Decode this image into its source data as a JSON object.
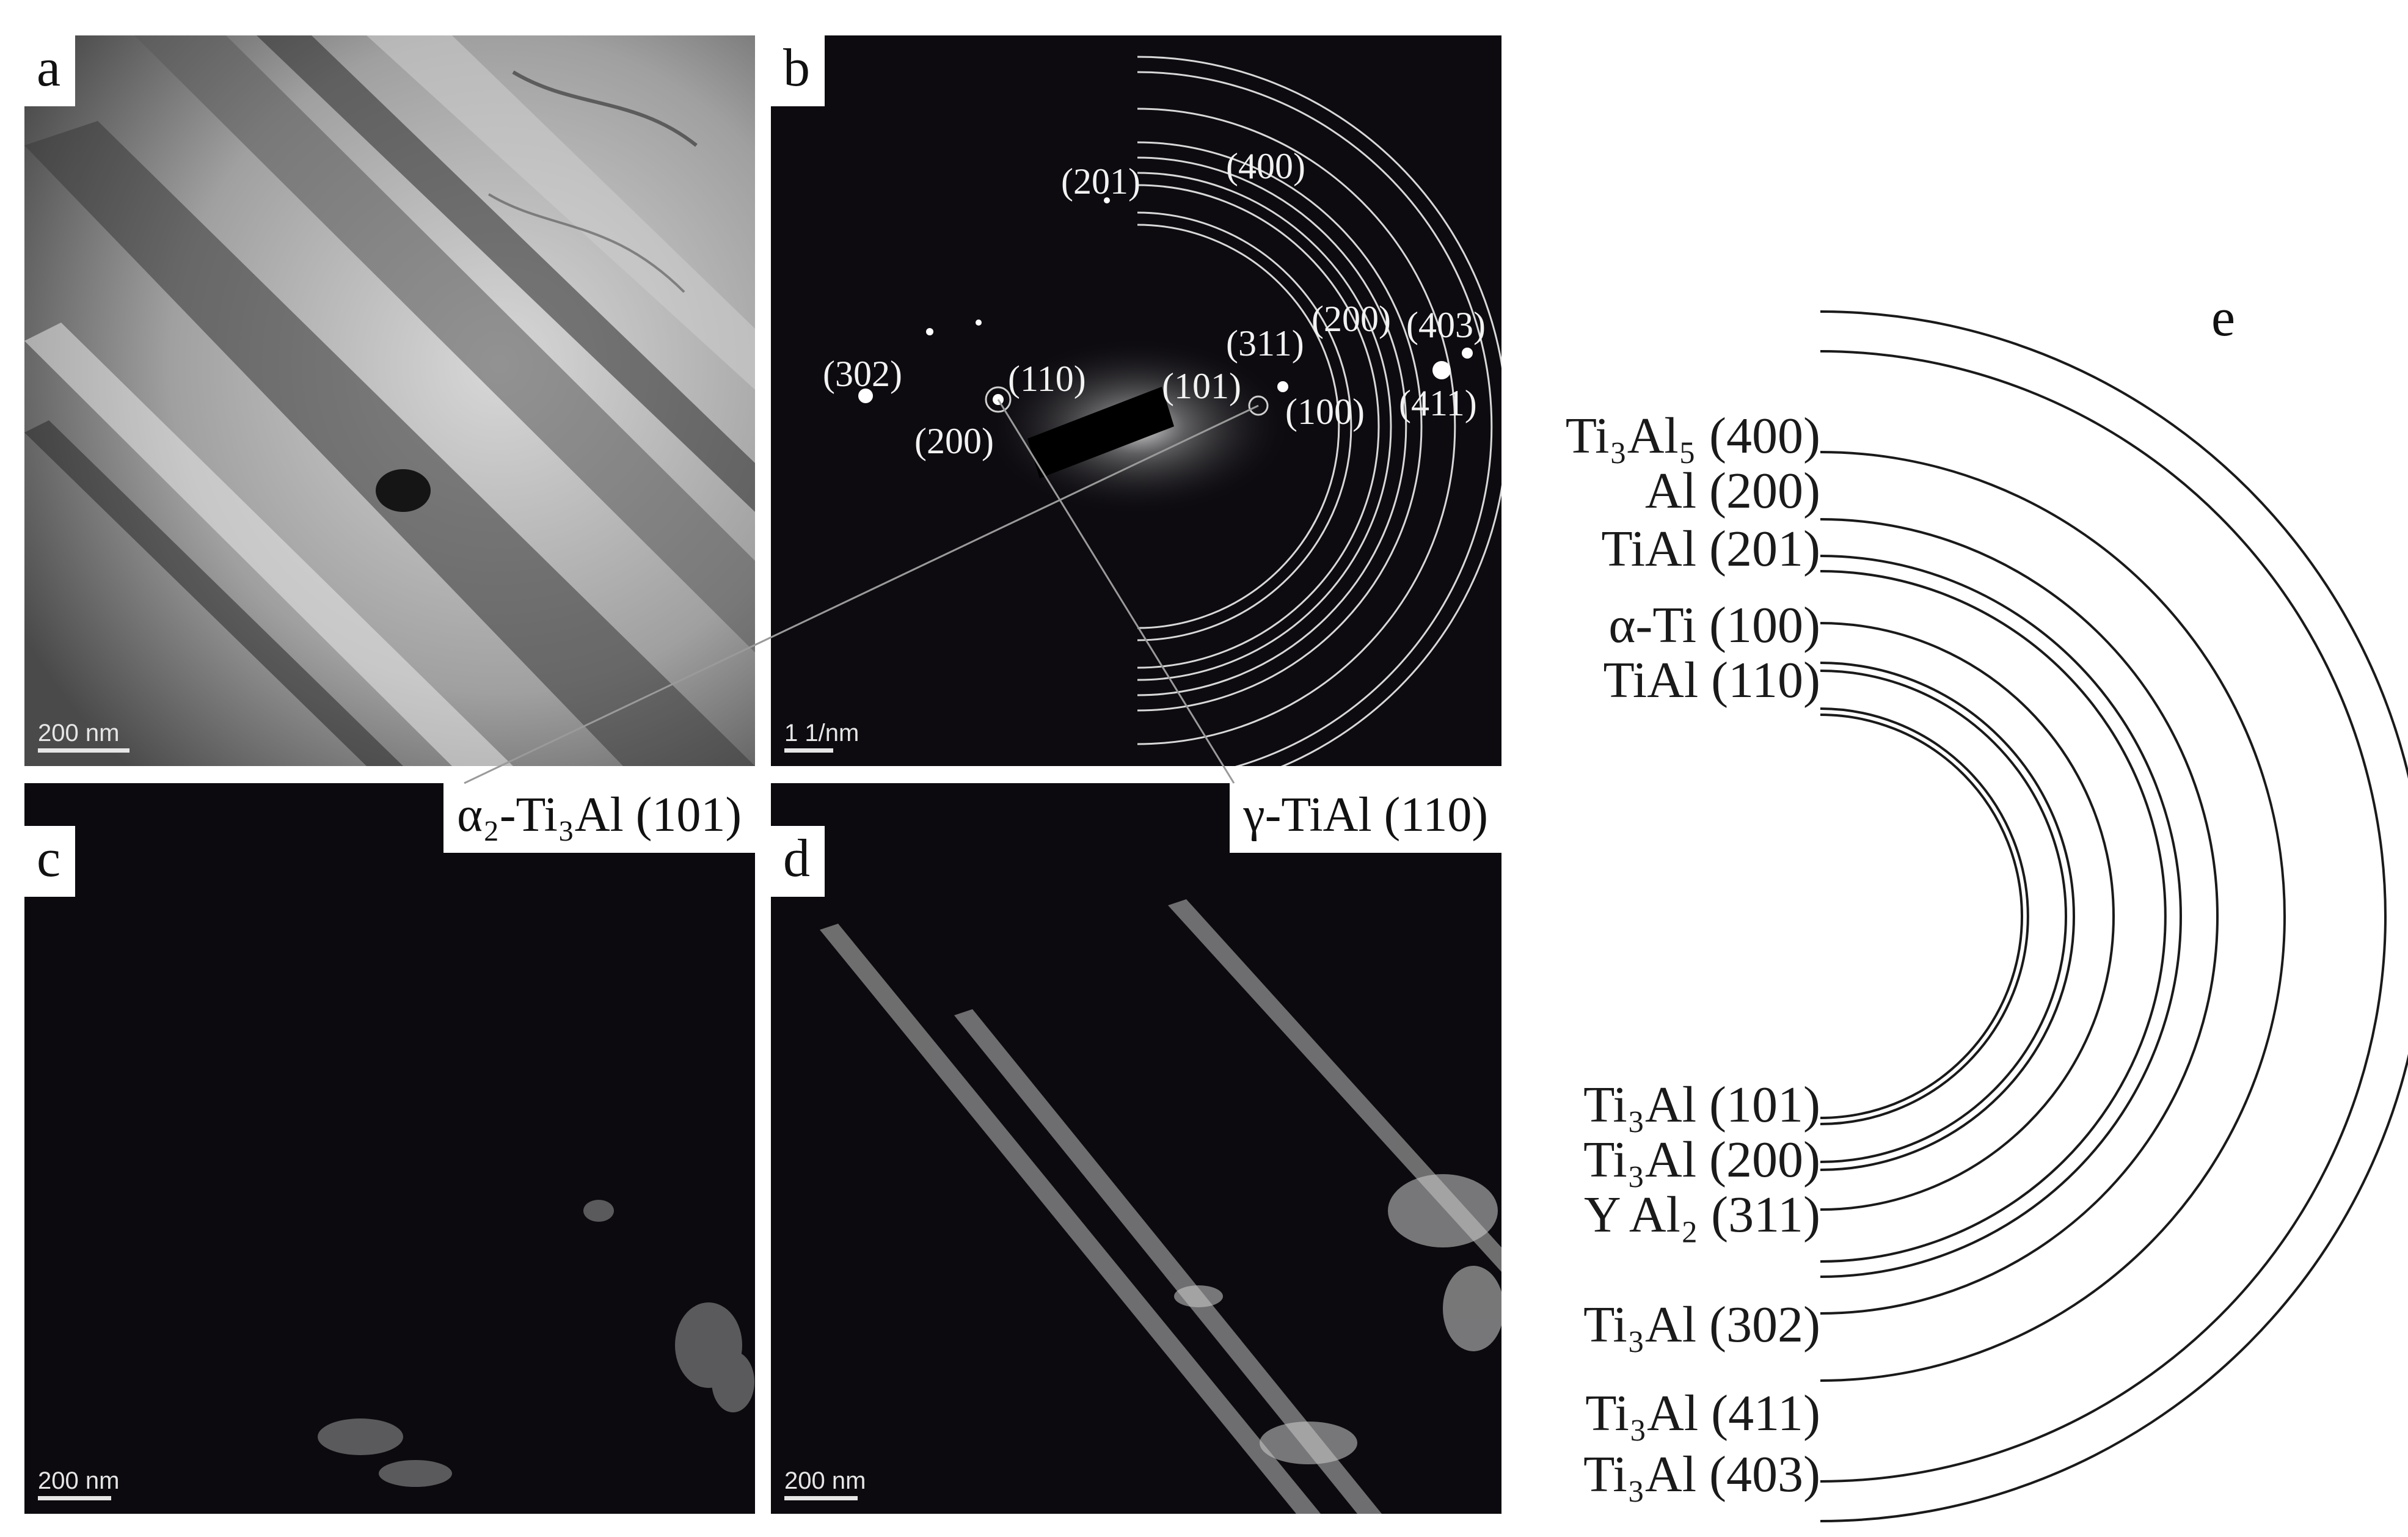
{
  "panels": {
    "a": {
      "letter": "a",
      "scale": "200 nm"
    },
    "b": {
      "letter": "b",
      "scale": "1 1/nm",
      "spots": [
        "(201)",
        "(400)",
        "(302)",
        "(110)",
        "(200)",
        "(311)",
        "(200)",
        "(403)",
        "(101)",
        "(100)",
        "(411)"
      ]
    },
    "c": {
      "letter": "c",
      "phase": "α₂-Ti₃Al (101)",
      "scale": "200 nm"
    },
    "d": {
      "letter": "d",
      "phase": "γ-TiAl (110)",
      "scale": "200 nm"
    },
    "e": {
      "letter": "e",
      "rings": [
        "Ti₃Al₅ (400)",
        "Al (200)",
        "TiAl (201)",
        "α-Ti (100)",
        "TiAl (110)",
        "Ti₃Al (101)",
        "Ti₃Al (200)",
        "Y Al₂ (311)",
        "Ti₃Al (302)",
        "Ti₃Al (411)",
        "Ti₃Al (403)"
      ]
    }
  }
}
